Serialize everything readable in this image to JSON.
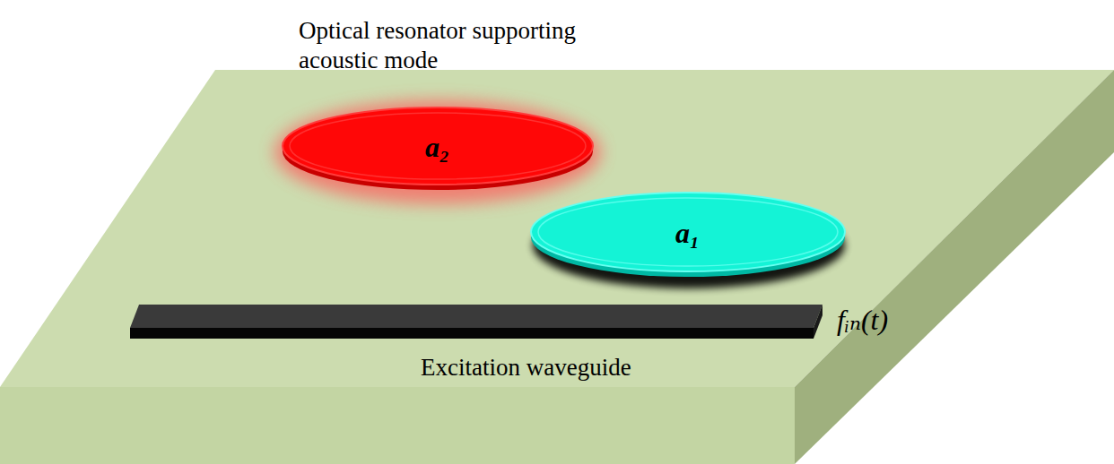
{
  "diagram": {
    "nodes": [
      {
        "text": [
          "Optical resonator supporting acoustic mode",
          "a₂"
        ]
      },
      {
        "text": [
          "a₁"
        ]
      },
      {
        "text": [
          "Excitation waveguide"
        ]
      }
    ],
    "labels": [
      "fᵢₙ(t)"
    ]
  }
}
